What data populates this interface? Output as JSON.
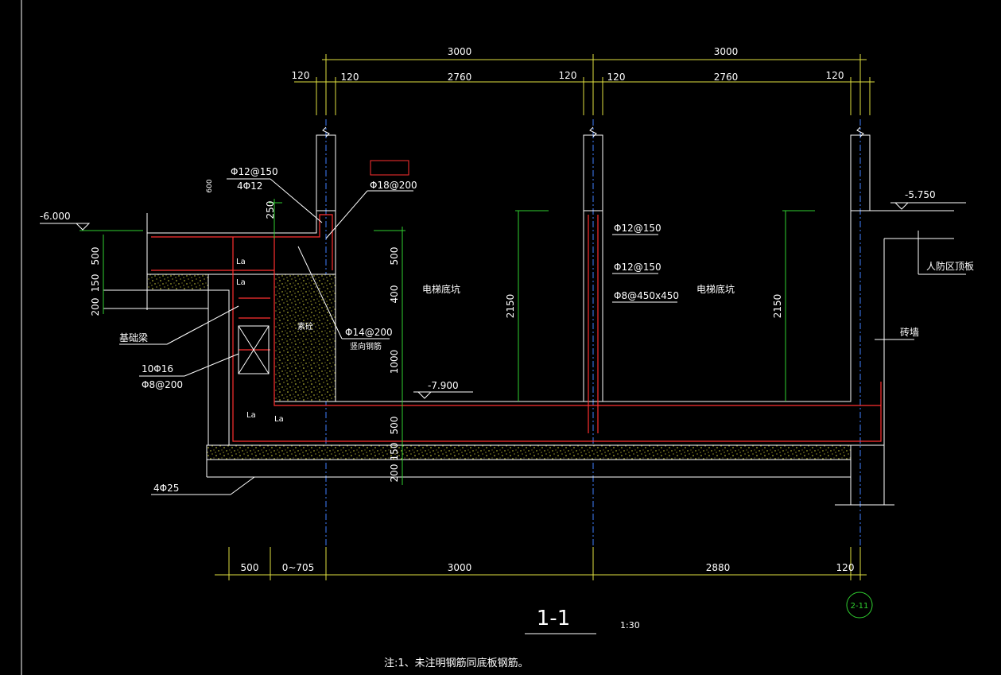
{
  "drawing": {
    "title": "1-1",
    "scale": "1:30",
    "note": "注:1、未注明钢筋同底板钢筋。",
    "axis_bubble": "2-11"
  },
  "dims_top": {
    "overall": [
      "3000",
      "3000"
    ],
    "detail": [
      "120",
      "120",
      "2760",
      "120",
      "120",
      "2760",
      "120"
    ]
  },
  "dims_bottom": [
    "500",
    "0~705",
    "3000",
    "2880",
    "120"
  ],
  "dims_left": [
    "500",
    "150",
    "200"
  ],
  "dims_center": [
    "250",
    "500",
    "400",
    "1000",
    "500",
    "150",
    "200"
  ],
  "dims_heights": [
    "2150",
    "2150"
  ],
  "elevations": [
    "-6.000",
    "-5.750",
    "-7.900"
  ],
  "labels": {
    "pit1": "电梯底坑",
    "pit2": "电梯底坑",
    "found_beam": "基础梁",
    "civil_roof": "人防区顶板",
    "brick_wall": "砖墙",
    "fill": "素砼",
    "top_bars": "Φ12@150",
    "top_bars2": "4Φ12",
    "wall_bars": "Φ18@200",
    "slope_bars": "Φ14@200",
    "slope_bars_note": "竖向钢筋",
    "beam_main": "10Φ16",
    "beam_stirrup": "Φ8@200",
    "bottom_bars": "4Φ25",
    "mid_wall_1": "Φ12@150",
    "mid_wall_2": "Φ12@150",
    "mid_wall_3": "Φ8@450x450",
    "anchor": "La",
    "small_dim": "600"
  },
  "colors": {
    "background": "#000000",
    "outline": "#ffffff",
    "dimension": "#e0e040",
    "rebar": "#ff3030",
    "leader": "#30d030",
    "axis": "#4080ff",
    "concrete_fill": "#e0e040"
  }
}
